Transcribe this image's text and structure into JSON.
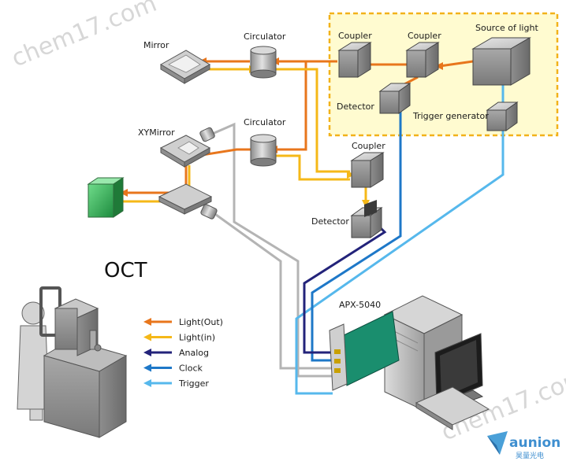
{
  "labels": {
    "mirror": "Mirror",
    "circulator_top": "Circulator",
    "circulator_mid": "Circulator",
    "xymirror": "XYMirror",
    "coupler_1": "Coupler",
    "coupler_2": "Coupler",
    "coupler_3": "Coupler",
    "source": "Source of light",
    "detector_1": "Detector",
    "detector_2": "Detector",
    "trigger_generator": "Trigger generator",
    "oct": "OCT",
    "board": "APX-5040"
  },
  "legend": [
    {
      "label": "Light(Out)",
      "color": "#e8761c"
    },
    {
      "label": "Light(in)",
      "color": "#f5b818"
    },
    {
      "label": "Analog",
      "color": "#23237a"
    },
    {
      "label": "Clock",
      "color": "#1e78c8"
    },
    {
      "label": "Trigger",
      "color": "#56b8ec"
    }
  ],
  "colors": {
    "light_out": "#e8761c",
    "light_in": "#f5b818",
    "analog": "#23237a",
    "clock": "#1e78c8",
    "trigger": "#56b8ec",
    "fiber_gray": "#b4b4b4",
    "highlight_fill": "#fffbd0",
    "highlight_border": "#f2b21a"
  },
  "watermarks": [
    "chem17.com",
    "chem17.com"
  ],
  "brand": {
    "name": "aunion",
    "sub": "昊量光电"
  }
}
